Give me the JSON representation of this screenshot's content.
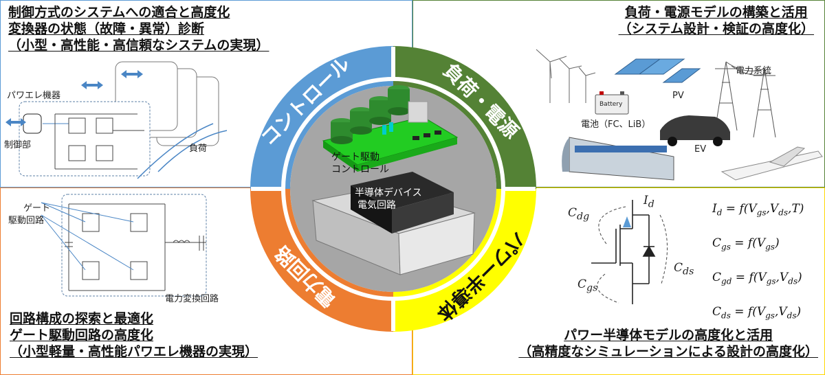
{
  "quadrants": {
    "top_left": {
      "lines": [
        "制御方式のシステムへの適合と高度化",
        "変換器の状態（故障・異常）診断",
        "（小型・高性能・高信頼なシステムの実現）"
      ],
      "labels": {
        "power_device": "パワエレ機器",
        "controller": "制御部",
        "load": "負荷"
      }
    },
    "top_right": {
      "lines": [
        "負荷・電源モデルの構築と活用",
        "（システム設計・検証の高度化）"
      ],
      "labels": {
        "grid": "電力系統",
        "pv": "PV",
        "battery_text": "Battery",
        "battery": "電池（FC、LiB）",
        "ev": "EV"
      }
    },
    "bottom_left": {
      "lines": [
        "回路構成の探索と最適化",
        "ゲート駆動回路の高度化",
        "（小型軽量・高性能パワエレ機器の実現）"
      ],
      "labels": {
        "gate_drive": [
          "ゲート",
          "駆動回路"
        ],
        "converter": "電力変換回路"
      }
    },
    "bottom_right": {
      "lines": [
        "パワー半導体モデルの高度化と活用",
        "（高精度なシミュレーションによる設計の高度化）"
      ],
      "labels": {
        "id": "I",
        "id_sub": "d",
        "cdg": "C",
        "cdg_sub": "dg",
        "cgs": "C",
        "cgs_sub": "gs",
        "cds": "C",
        "cds_sub": "ds"
      },
      "equations": [
        {
          "lhs": "I",
          "lhs_sub": "d",
          "rhs": "= f(V",
          "args": "gs",
          "rest": ",V",
          "args2": "ds",
          "tail": ",T)"
        },
        {
          "lhs": "C",
          "lhs_sub": "gs",
          "rhs": "= f(V",
          "args": "gs",
          "rest": "",
          "args2": "",
          "tail": ")"
        },
        {
          "lhs": "C",
          "lhs_sub": "gd",
          "rhs": "= f(V",
          "args": "gs",
          "rest": ",V",
          "args2": "ds",
          "tail": ")"
        },
        {
          "lhs": "C",
          "lhs_sub": "ds",
          "rhs": "= f(V",
          "args": "gs",
          "rest": ",V",
          "args2": "ds",
          "tail": ")"
        }
      ]
    }
  },
  "wheel": {
    "segments": [
      {
        "label": "コントロール",
        "color": "#5b9bd5"
      },
      {
        "label": "負荷・電源",
        "color": "#548235"
      },
      {
        "label": "パワー半導体",
        "color": "#ffff00"
      },
      {
        "label": "電力回路",
        "color": "#ed7d31"
      }
    ],
    "center_labels": {
      "gate": [
        "ゲート駆動",
        "コントロール"
      ],
      "semi": [
        "半導体デバイス",
        "電気回路"
      ]
    }
  }
}
